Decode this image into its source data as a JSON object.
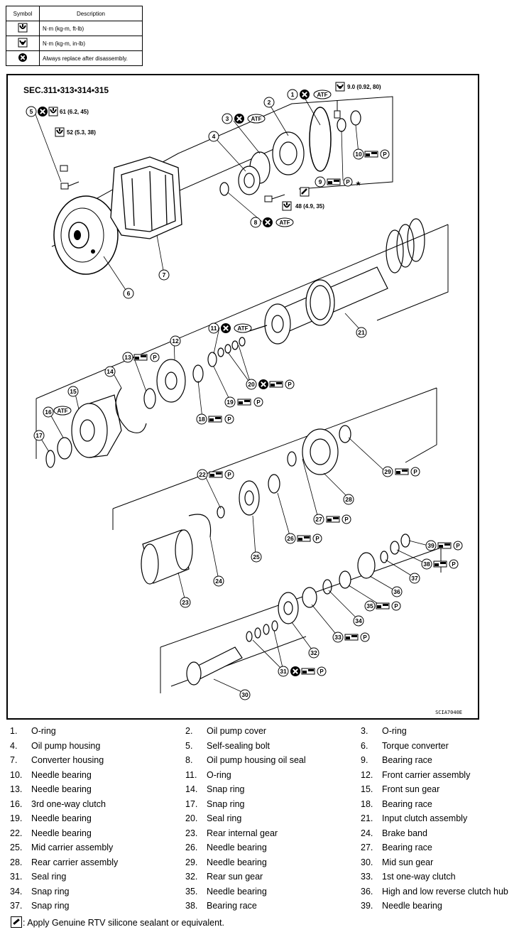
{
  "legend": {
    "header_symbol": "Symbol",
    "header_description": "Description",
    "rows": [
      {
        "icon": "torque-ftlb-icon",
        "text": "N·m (kg-m, ft-lb)"
      },
      {
        "icon": "torque-inlb-icon",
        "text": "N·m (kg-m, in-lb)"
      },
      {
        "icon": "replace-x-icon",
        "text": "Always replace after disassembly."
      }
    ]
  },
  "diagram": {
    "section": "SEC.311•313•314•315",
    "image_code": "SCIA7040E",
    "torque_5": "61  (6.2,  45)",
    "torque_52": "52  (5.3,  38)",
    "torque_pump": "9.0  (0.92,  80)",
    "torque_48": "48  (4.9,  35)",
    "atf": "ATF",
    "p": "P",
    "star": "★",
    "callouts": [
      "1",
      "2",
      "3",
      "4",
      "5",
      "6",
      "7",
      "8",
      "9",
      "10",
      "11",
      "12",
      "13",
      "14",
      "15",
      "16",
      "17",
      "18",
      "19",
      "20",
      "21",
      "22",
      "23",
      "24",
      "25",
      "26",
      "27",
      "28",
      "29",
      "30",
      "31",
      "32",
      "33",
      "34",
      "35",
      "36",
      "37",
      "38",
      "39"
    ]
  },
  "parts": [
    {
      "num": "1.",
      "name": "O-ring"
    },
    {
      "num": "2.",
      "name": "Oil pump cover"
    },
    {
      "num": "3.",
      "name": "O-ring"
    },
    {
      "num": "4.",
      "name": "Oil pump housing"
    },
    {
      "num": "5.",
      "name": "Self-sealing bolt"
    },
    {
      "num": "6.",
      "name": "Torque converter"
    },
    {
      "num": "7.",
      "name": "Converter housing"
    },
    {
      "num": "8.",
      "name": "Oil pump housing oil seal"
    },
    {
      "num": "9.",
      "name": "Bearing race"
    },
    {
      "num": "10.",
      "name": "Needle bearing"
    },
    {
      "num": "11.",
      "name": "O-ring"
    },
    {
      "num": "12.",
      "name": "Front carrier assembly"
    },
    {
      "num": "13.",
      "name": "Needle bearing"
    },
    {
      "num": "14.",
      "name": "Snap ring"
    },
    {
      "num": "15.",
      "name": "Front sun gear"
    },
    {
      "num": "16.",
      "name": "3rd one-way clutch"
    },
    {
      "num": "17.",
      "name": "Snap ring"
    },
    {
      "num": "18.",
      "name": "Bearing race"
    },
    {
      "num": "19.",
      "name": "Needle bearing"
    },
    {
      "num": "20.",
      "name": "Seal ring"
    },
    {
      "num": "21.",
      "name": "Input clutch assembly"
    },
    {
      "num": "22.",
      "name": "Needle bearing"
    },
    {
      "num": "23.",
      "name": "Rear internal gear"
    },
    {
      "num": "24.",
      "name": "Brake band"
    },
    {
      "num": "25.",
      "name": "Mid carrier assembly"
    },
    {
      "num": "26.",
      "name": "Needle bearing"
    },
    {
      "num": "27.",
      "name": "Bearing race"
    },
    {
      "num": "28.",
      "name": "Rear carrier assembly"
    },
    {
      "num": "29.",
      "name": "Needle bearing"
    },
    {
      "num": "30.",
      "name": "Mid sun gear"
    },
    {
      "num": "31.",
      "name": "Seal ring"
    },
    {
      "num": "32.",
      "name": "Rear sun gear"
    },
    {
      "num": "33.",
      "name": "1st one-way clutch"
    },
    {
      "num": "34.",
      "name": "Snap ring"
    },
    {
      "num": "35.",
      "name": "Needle bearing"
    },
    {
      "num": "36.",
      "name": "High and low reverse clutch hub"
    },
    {
      "num": "37.",
      "name": "Snap ring"
    },
    {
      "num": "38.",
      "name": "Bearing race"
    },
    {
      "num": "39.",
      "name": "Needle bearing"
    }
  ],
  "note": ": Apply Genuine RTV silicone sealant or equivalent."
}
